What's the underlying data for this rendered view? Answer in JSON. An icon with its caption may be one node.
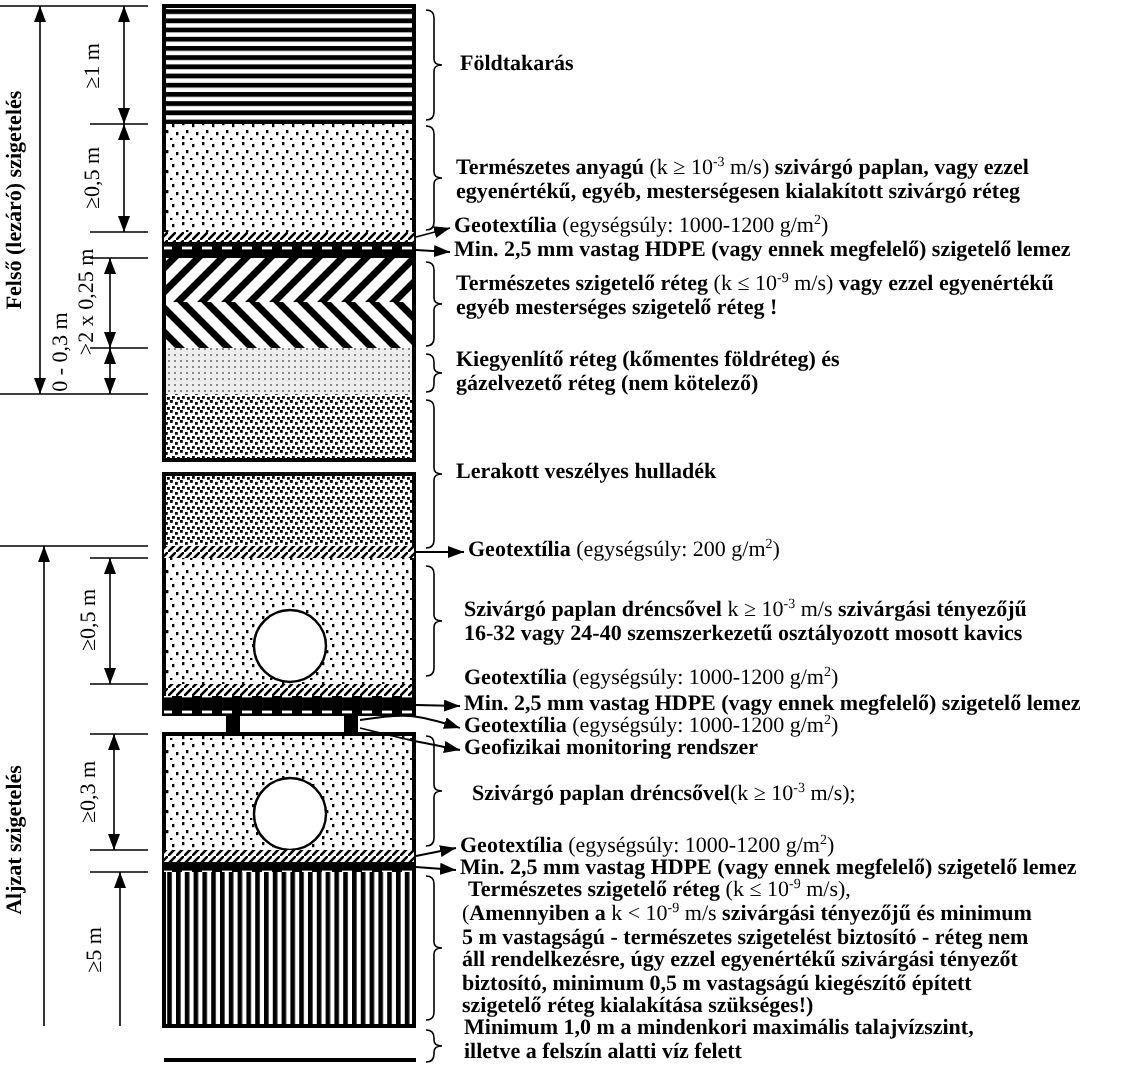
{
  "diagram": {
    "nodes": [
      {
        "text": [],
        "shape": "bar"
      },
      {
        "text": [],
        "shape": "bar"
      },
      {
        "text": [
          "**Geotextília** (egységsúly: 1000-1200 g/m$^{2}$)"
        ]
      },
      {
        "text": [
          "Min. 2,5 mm vastag HDPE (vagy ennek megfelelő) szigetelő lemez"
        ]
      },
      {
        "text": [],
        "shape": "bar"
      },
      {
        "text": [
          "**Geotextília** (egységsúly: 200 g/m$^{2}$)"
        ]
      },
      {
        "text": [],
        "shape": "bar"
      },
      {
        "text": [
          "Min. 2,5 mm vastag HDPE (vagy ennek megfelelő) szigetelő lemez"
        ]
      },
      {
        "text": [
          "**Geotextília** (egységsúly: 1000-1200 g/m$^{2}$)"
        ]
      },
      {
        "text": [],
        "shape": "bar"
      },
      {
        "text": [
          "Geofizikai monitoring rendszer"
        ]
      },
      {
        "text": [],
        "shape": "bar"
      },
      {
        "text": [],
        "shape": "bar"
      },
      {
        "text": [
          "**Geotextília** (egységsúly: 1000-1200 g/m$^{2}$)"
        ]
      },
      {
        "text": [
          "Min. 2,5 mm vastag HDPE (vagy ennek megfelelő) szigetelő lemez"
        ]
      }
    ],
    "edges": [
      {
        "from": 0,
        "to": 2,
        "arrow": "to"
      },
      {
        "from": 1,
        "to": 3,
        "arrow": "to"
      },
      {
        "from": 4,
        "to": 5,
        "arrow": "to"
      },
      {
        "from": 6,
        "to": 7,
        "arrow": "to"
      },
      {
        "from": 9,
        "to": 8,
        "arrow": "to"
      },
      {
        "from": 9,
        "to": 10,
        "arrow": "to"
      },
      {
        "from": 11,
        "to": 13,
        "arrow": "to"
      },
      {
        "from": 12,
        "to": 14,
        "arrow": "to"
      }
    ],
    "labels": [
      "Felső (lezáró) szigetelés",
      "≥1 m",
      "Földtakarás",
      "≥0,5 m",
      "**Természetes anyagú** (k ≥ 10$^{-3}$ m/s) **szivárgó paplan, vagy ezzel egyenértékű, egyéb, mesterségesen kialakított szivárgó réteg**",
      ">2 x 0,25 m",
      "0 - 0,3 m",
      "**Természetes szigetelő réteg** (k ≤ 10$^{-9}$ m/s) **vagy ezzel egyenértékű egyéb mesterséges szigetelő réteg !**",
      "Kiegyenlítő réteg (kőmentes földréteg) és gázelvezető réteg (nem kötelező)",
      "Lerakott veszélyes hulladék",
      "Aljzat szigetelés",
      "≥0,5 m",
      "**Szivárgó paplan dréncsővel** k ≥ 10$^{-3}$ m/s **szivárgási tényezőjű 16-32 vagy 24-40 szemszerkezetű osztályozott mosott kavics**",
      "**Geotextília** (egységsúly: 1000-1200 g/m$^{2}$)",
      "≥0,3 m",
      "**Szivárgó paplan dréncsővel**(k ≥ 10$^{-3}$ m/s);",
      "≥5 m",
      "**Természetes szigetelő réteg** (k ≤ 10$^{-9}$ m/s),",
      "(**Amennyiben a** k < 10$^{-9}$ m/s **szivárgási tényezőjű és minimum 5 m vastagságú - természetes szigetelést biztosító - réteg nem áll rendelkezésre, úgy ezzel egyenértékű szivárgási tényezőt biztosító, minimum 0,5 m vastagságú kiegészítő épített szigetelő réteg kialakítása szükséges!)**",
      "Minimum 1,0 m a mindenkori maximális talajvízszint, illetve a felszín alatti víz felett"
    ]
  }
}
